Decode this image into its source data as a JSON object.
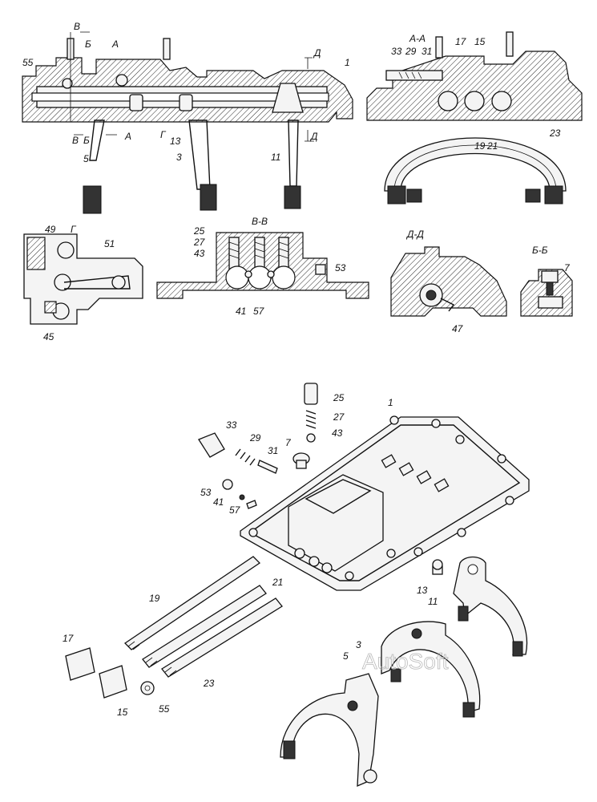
{
  "section_labels": {
    "aa": "А-А",
    "vv": "В-В",
    "dd": "Д-Д",
    "bb": "Б-Б",
    "g": "Г"
  },
  "cut_marks": {
    "v_top": "В",
    "b_top": "Б",
    "a_top": "А",
    "d_top": "Д",
    "v_bot": "В",
    "b_bot": "Б",
    "a_bot": "А",
    "g_bot": "Г",
    "d_bot": "Д"
  },
  "callouts_sections": {
    "c55": "55",
    "c1": "1",
    "c5": "5",
    "c3": "3",
    "c13": "13",
    "c11": "11",
    "aa33": "33",
    "aa29": "29",
    "aa31": "31",
    "aa17": "17",
    "aa15": "15",
    "aa19": "19",
    "aa21": "21",
    "aa23": "23",
    "g49": "49",
    "g51": "51",
    "g45": "45",
    "vv25": "25",
    "vv27": "27",
    "vv43": "43",
    "vv53": "53",
    "vv41": "41",
    "vv57": "57",
    "dd47": "47",
    "bb7": "7"
  },
  "callouts_exploded": {
    "e25": "25",
    "e27": "27",
    "e43": "43",
    "e1": "1",
    "e33": "33",
    "e29": "29",
    "e31": "31",
    "e7": "7",
    "e53": "53",
    "e41": "41",
    "e57": "57",
    "e21": "21",
    "e13": "13",
    "e11": "11",
    "e19": "19",
    "e17": "17",
    "e3": "3",
    "e5": "5",
    "e23": "23",
    "e15": "15",
    "e55": "55"
  },
  "watermark": "AutoSoft"
}
